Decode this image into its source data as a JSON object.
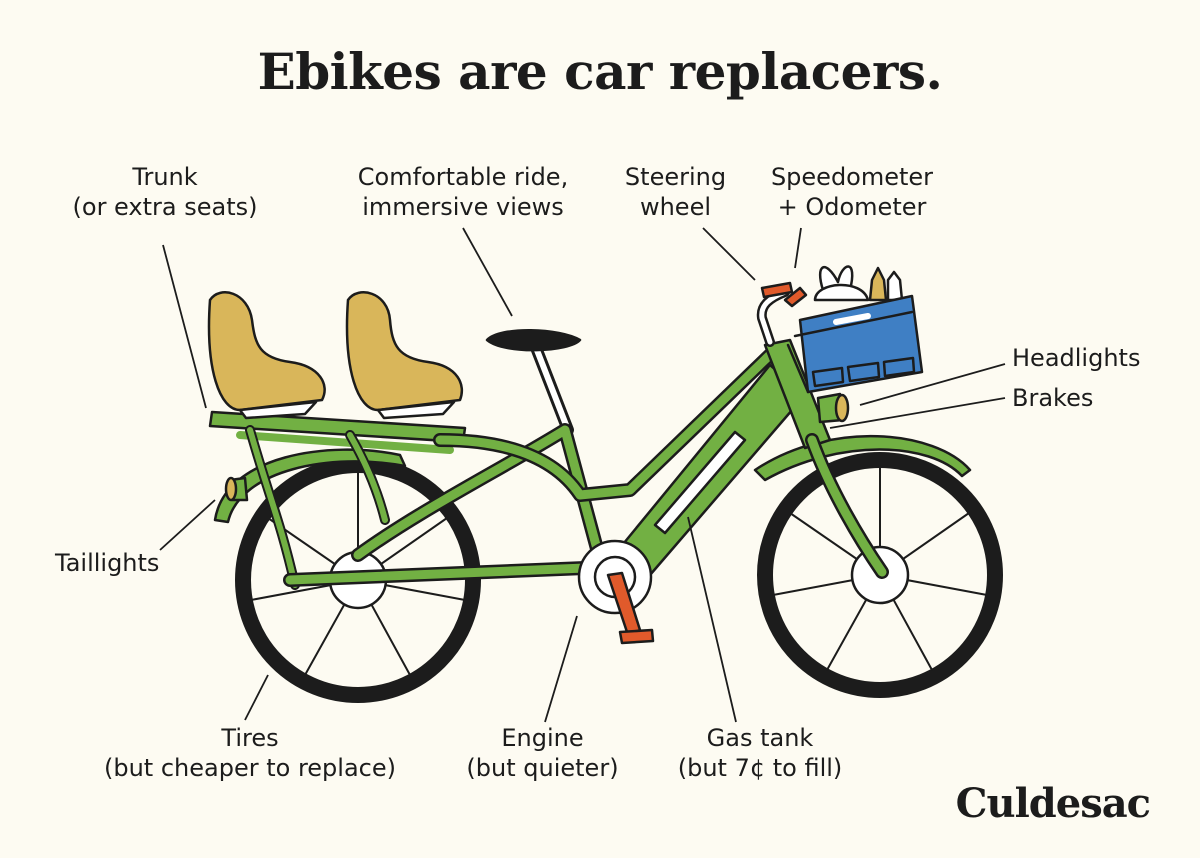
{
  "title": "Ebikes are car replacers.",
  "brand": "Culdesac",
  "labels": {
    "trunk": "Trunk\n(or extra seats)",
    "comfort": "Comfortable ride,\nimmersive views",
    "steering": "Steering\nwheel",
    "speedometer": "Speedometer\n+ Odometer",
    "headlights": "Headlights",
    "brakes": "Brakes",
    "taillights": "Taillights",
    "tires": "Tires\n(but cheaper to replace)",
    "engine": "Engine\n(but quieter)",
    "gastank": "Gas tank\n(but 7¢ to fill)"
  },
  "colors": {
    "background": "#fdfbf2",
    "frame": "#72b043",
    "seat": "#d9b65a",
    "crate": "#3f7fc4",
    "accent": "#e05a2b",
    "outline": "#1c1c1c"
  }
}
